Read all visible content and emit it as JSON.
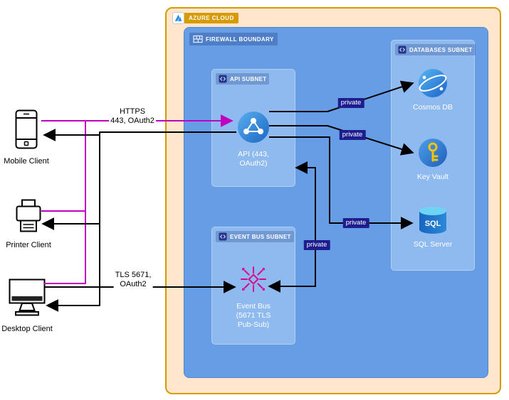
{
  "cloud": {
    "label": "AZURE CLOUD"
  },
  "firewall": {
    "label": "FIREWALL BOUNDARY"
  },
  "subnets": {
    "api": {
      "title": "API SUBNET",
      "node": {
        "label": "API (443,\nOAuth2)"
      }
    },
    "event_bus": {
      "title": "EVENT BUS SUBNET",
      "node": {
        "label": "Event Bus\n(5671 TLS\nPub-Sub)"
      }
    },
    "databases": {
      "title": "DATABASES SUBNET",
      "nodes": {
        "cosmos": {
          "label": "Cosmos DB"
        },
        "keyvault": {
          "label": "Key Vault"
        },
        "sql": {
          "label": "SQL Server"
        }
      }
    }
  },
  "clients": {
    "mobile": {
      "label": "Mobile Client"
    },
    "printer": {
      "label": "Printer Client"
    },
    "desktop": {
      "label": "Desktop Client"
    }
  },
  "edges": {
    "https": {
      "label": "HTTPS\n443, OAuth2"
    },
    "tls": {
      "label": "TLS 5671,\nOAuth2"
    },
    "private": "private"
  },
  "icons": {
    "azure_logo": "azure-triangle-logo",
    "firewall": "brick-grid",
    "subnet": "angle-brackets-box",
    "api": "network-sphere",
    "event_bus": "burst-cube",
    "cosmos_db": "globe-orbit",
    "key_vault": "key-in-circle",
    "sql_server": "database-cylinder",
    "mobile": "smartphone-outline",
    "printer": "printer-outline",
    "desktop": "monitor-outline"
  },
  "colors": {
    "cloud_fill": "#FFE6CC",
    "cloud_border": "#D79B00",
    "firewall_fill": "#669DE4",
    "subnet_fill": "#8FBAEF",
    "badge_bg": "#1D1D8F",
    "https_arrow": "#C000C0",
    "arrow_black": "#000000",
    "event_icon": "#D9008F",
    "key_yellow": "#F2C40F"
  }
}
